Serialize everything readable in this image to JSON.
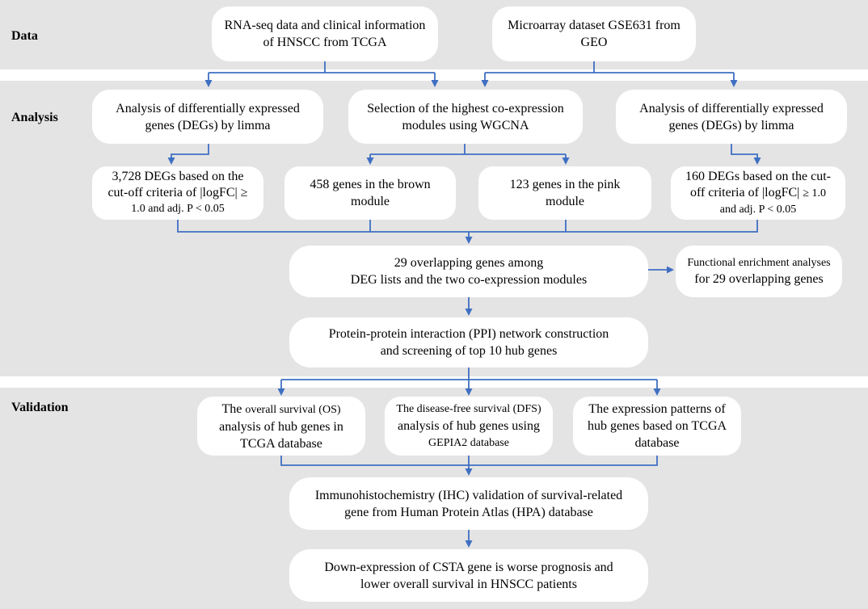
{
  "sections": {
    "data": "Data",
    "analysis": "Analysis",
    "validation": "Validation"
  },
  "nodes": {
    "tcga_source": {
      "line1": "RNA-seq data and clinical information",
      "line2": "of HNSCC from TCGA"
    },
    "geo_source": {
      "line1": "Microarray dataset GSE631 from",
      "line2": "GEO"
    },
    "deg_tcga": {
      "line1": "Analysis of differentially expressed",
      "line2": "genes (DEGs) by limma"
    },
    "wgcna": {
      "line1": "Selection of the highest co-expression",
      "line2": "modules using WGCNA"
    },
    "deg_geo": {
      "line1": "Analysis of differentially expressed",
      "line2": "genes (DEGs) by limma"
    },
    "degs_3728": {
      "line1": "3,728 DEGs based on the",
      "line2": "cut-off criteria of |logFC| ≥",
      "line3": "1.0 and adj. P < 0.05"
    },
    "brown": {
      "line1": "458 genes in the brown",
      "line2": "module"
    },
    "pink": {
      "line1": "123 genes in the pink",
      "line2": "module"
    },
    "degs_160": {
      "line1": "160 DEGs based on the cut-",
      "line2a": "off criteria of |logFC| ",
      "line2b": "≥ 1.0",
      "line3": "and adj. P < 0.05"
    },
    "overlap": {
      "line1": "29 overlapping genes among",
      "line2": "DEG lists and the two co-expression modules"
    },
    "enrichment": {
      "line1": "Functional enrichment analyses",
      "line2": "for 29 overlapping genes"
    },
    "ppi": {
      "line1": "Protein-protein interaction (PPI) network construction",
      "line2": "and screening of top 10 hub genes"
    },
    "os": {
      "line1a": "The ",
      "line1b": "overall survival (OS)",
      "line2": "analysis of hub genes in",
      "line3": "TCGA database"
    },
    "dfs": {
      "line1": "The disease-free survival (DFS)",
      "line2": "analysis of hub genes using",
      "line3": "GEPIA2 database"
    },
    "expression": {
      "line1": "The expression patterns of",
      "line2": "hub genes based on TCGA",
      "line3": "database"
    },
    "ihc": {
      "line1": "Immunohistochemistry (IHC) validation of  survival-related",
      "line2": "gene from  Human Protein Atlas (HPA) database"
    },
    "csta": {
      "line1": "Down-expression of CSTA gene is worse prognosis and",
      "line2": "lower overall survival in HNSCC patients"
    }
  },
  "colors": {
    "band": "#e4e4e4",
    "node": "#ffffff",
    "connector": "#3f6fc2"
  }
}
